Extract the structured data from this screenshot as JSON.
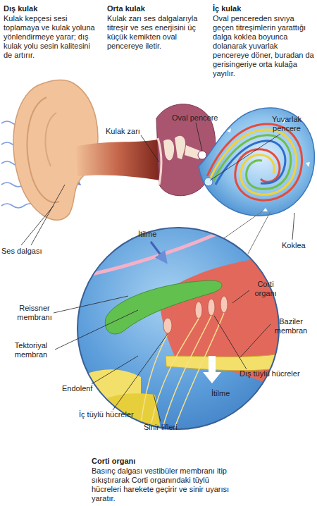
{
  "diagram": {
    "labels": [
      "Dış kulak",
      "Kulak kepçesi sesi toplamaya ve kulak yoluna yönlendirmeye yarar; dış kulak yolu sesin kalitesini de artırır.",
      "Orta kulak",
      "Kulak zarı ses dalgalarıyla titreşir ve ses enerjisini üç küçük kemikten oval pencereye iletir.",
      "İç kulak",
      "Oval pencereden sıvıya geçen titreşimlerin yarattığı dalga koklea boyunca dolanarak yuvarlak pencereye döner, buradan da gerisingeriye orta kulağa yayılır.",
      "Kulak zarı",
      "Oval pencere",
      "Yuvarlak pencere",
      "Ses dalgası",
      "Koklea",
      "İtilme",
      "Corti organı",
      "Reissner membranı",
      "Baziler membran",
      "Tektoriyal membran",
      "Dış tüylü hücreler",
      "Endolenf",
      "İtilme",
      "İç tüylü hücreler",
      "Sinir lifleri",
      "Corti organı",
      "Basınç dalgası vestibüler membranı itip sıkıştırarak Corti organındaki tüylü hücreleri harekete geçirir ve sinir uyarısı yaratır."
    ]
  }
}
